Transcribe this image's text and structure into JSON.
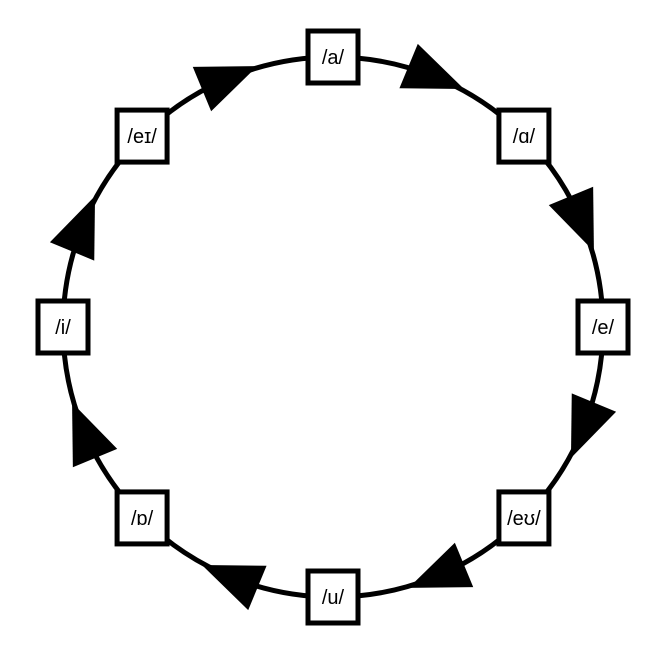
{
  "diagram": {
    "type": "cycle",
    "direction": "clockwise",
    "nodes": [
      "/a/",
      "/ɑ/",
      "/e/",
      "/eʊ/",
      "/u/",
      "/ɒ/",
      "/i/",
      "/eɪ/"
    ],
    "colors": {
      "stroke": "#000000",
      "fill": "#ffffff"
    }
  }
}
